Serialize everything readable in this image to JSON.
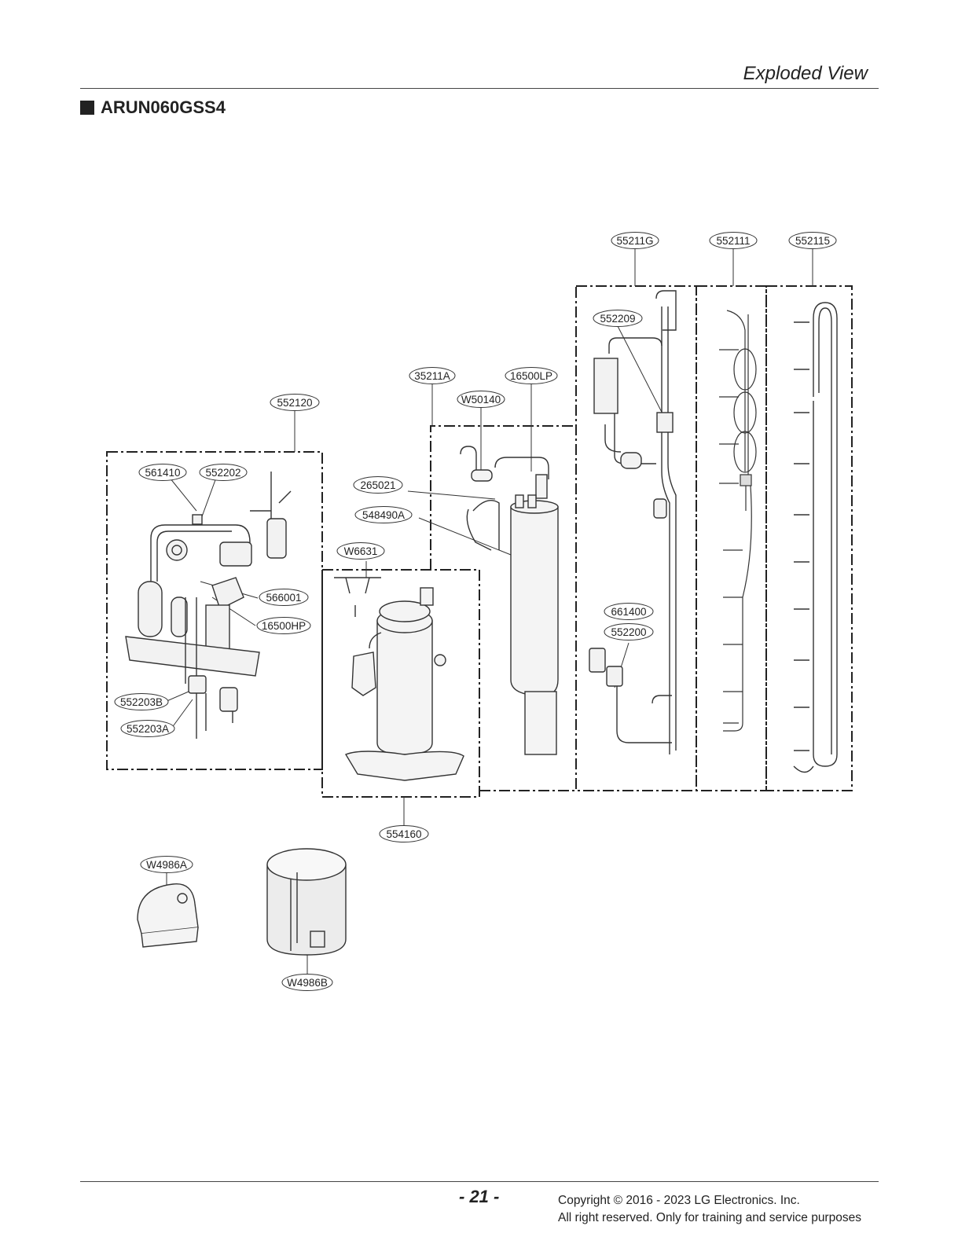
{
  "header": {
    "title": "Exploded View"
  },
  "model": {
    "name": "ARUN060GSS4"
  },
  "parts": {
    "p55211G": "55211G",
    "p552111": "552111",
    "p552115": "552115",
    "p552209": "552209",
    "p35211A": "35211A",
    "p16500LP": "16500LP",
    "pW50140": "W50140",
    "p552120": "552120",
    "p561410": "561410",
    "p552202": "552202",
    "p265021": "265021",
    "p548490A": "548490A",
    "pW6631": "W6631",
    "p566001": "566001",
    "p16500HP": "16500HP",
    "p661400": "661400",
    "p552200": "552200",
    "p552203B": "552203B",
    "p552203A": "552203A",
    "p554160": "554160",
    "pW4986A": "W4986A",
    "pW4986B": "W4986B"
  },
  "footer": {
    "page": "- 21 -",
    "copyright": "Copyright © 2016 - 2023 LG Electronics. Inc.",
    "rights": "All right reserved. Only for training and service purposes"
  }
}
